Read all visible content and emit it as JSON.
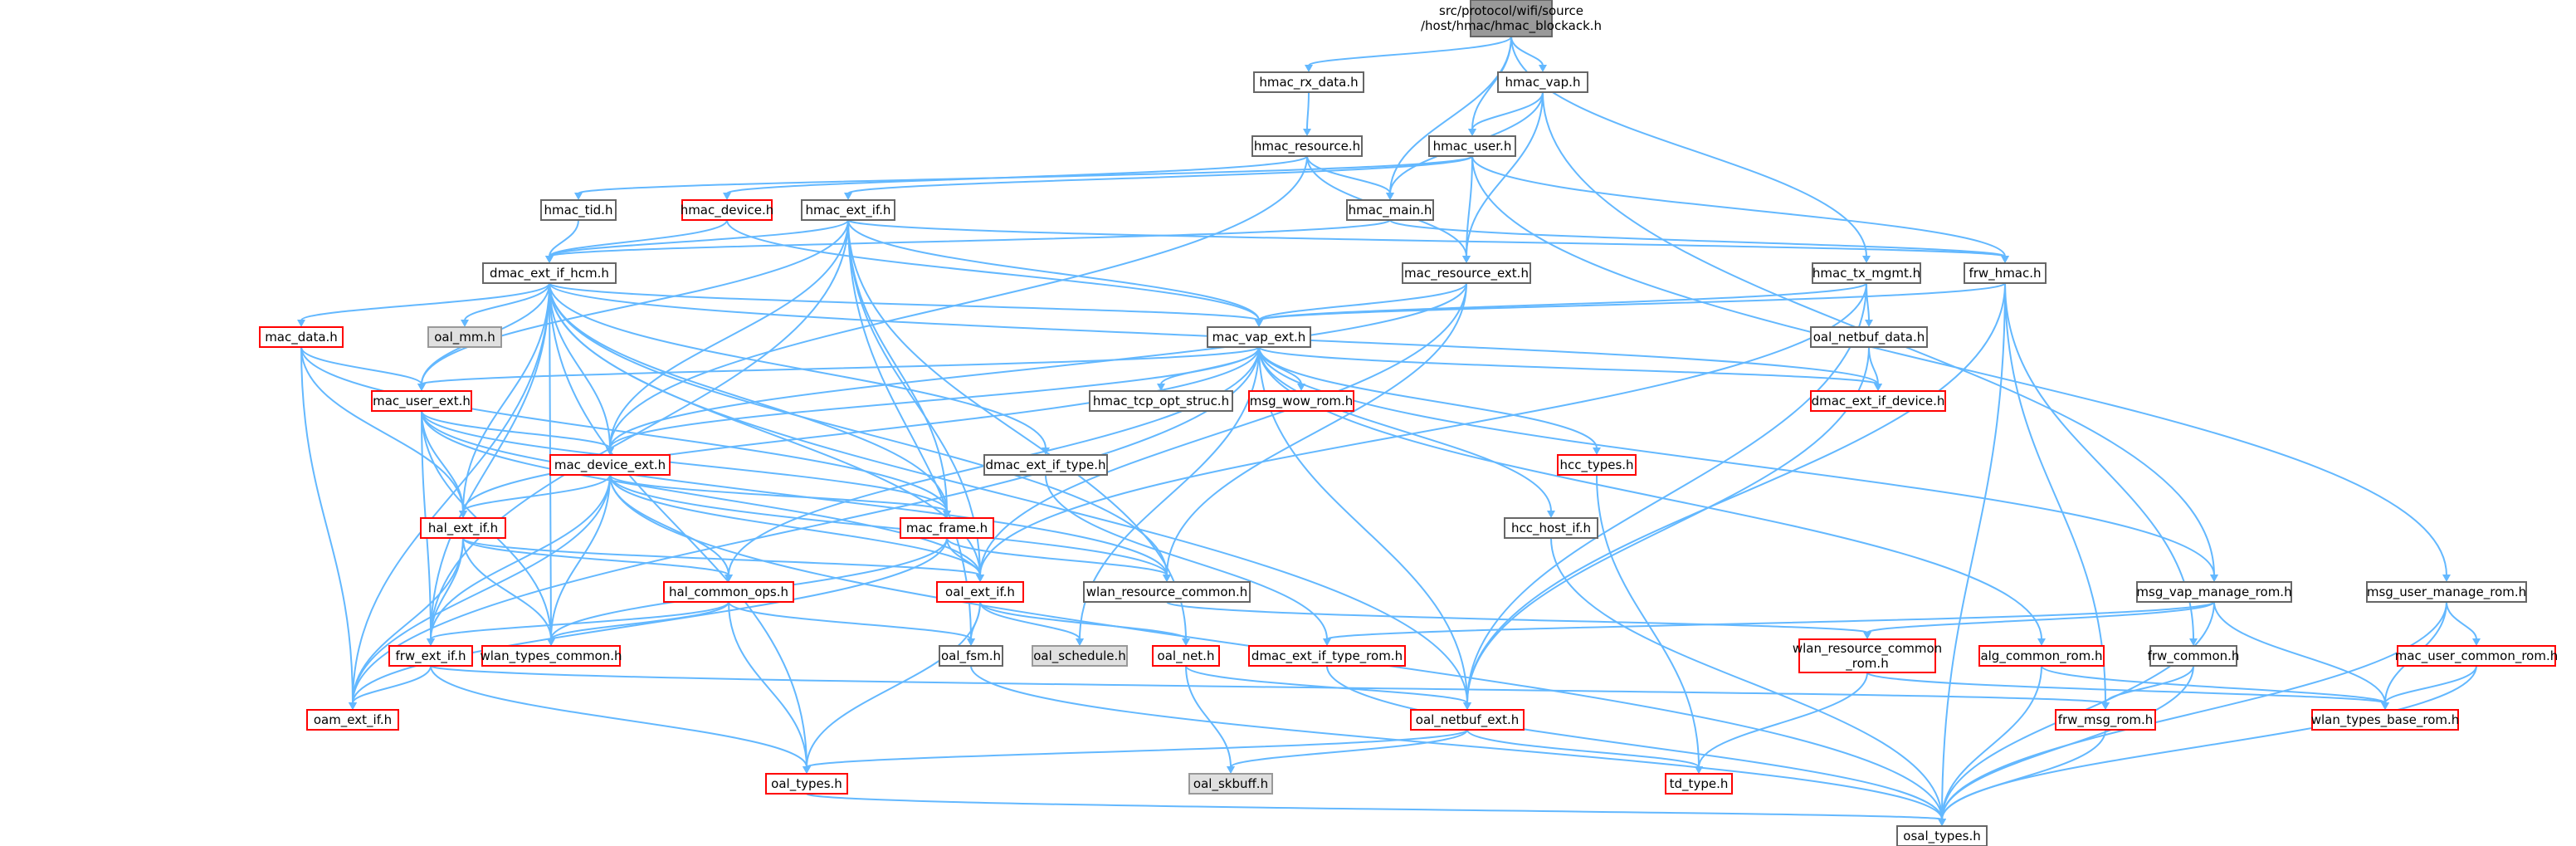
{
  "diagram": {
    "type": "include-dependency-graph",
    "colors": {
      "edge": "#63b8ff",
      "node_border_default": "#666666",
      "node_fill_default": "#ffffff",
      "node_border_incomplete": "#ff0000",
      "node_fill_root": "#999999",
      "node_border_root": "#666666",
      "node_fill_undocumented": "#e0e0e0",
      "node_border_undocumented": "#999999"
    },
    "nodes": [
      {
        "id": "root",
        "lines": [
          "src/protocol/wifi/source",
          "/host/hmac/hmac_blockack.h"
        ],
        "style": "root"
      },
      {
        "id": "hmac_rx_data",
        "lines": [
          "hmac_rx_data.h"
        ],
        "style": "normal"
      },
      {
        "id": "hmac_vap",
        "lines": [
          "hmac_vap.h"
        ],
        "style": "normal"
      },
      {
        "id": "hmac_resource",
        "lines": [
          "hmac_resource.h"
        ],
        "style": "normal"
      },
      {
        "id": "hmac_user",
        "lines": [
          "hmac_user.h"
        ],
        "style": "normal"
      },
      {
        "id": "hmac_tid",
        "lines": [
          "hmac_tid.h"
        ],
        "style": "normal"
      },
      {
        "id": "hmac_device",
        "lines": [
          "hmac_device.h"
        ],
        "style": "red"
      },
      {
        "id": "hmac_ext_if",
        "lines": [
          "hmac_ext_if.h"
        ],
        "style": "normal"
      },
      {
        "id": "hmac_main",
        "lines": [
          "hmac_main.h"
        ],
        "style": "normal"
      },
      {
        "id": "dmac_ext_if_hcm",
        "lines": [
          "dmac_ext_if_hcm.h"
        ],
        "style": "normal"
      },
      {
        "id": "mac_resource_ext",
        "lines": [
          "mac_resource_ext.h"
        ],
        "style": "normal"
      },
      {
        "id": "hmac_tx_mgmt",
        "lines": [
          "hmac_tx_mgmt.h"
        ],
        "style": "normal"
      },
      {
        "id": "frw_hmac",
        "lines": [
          "frw_hmac.h"
        ],
        "style": "normal"
      },
      {
        "id": "oal_mm",
        "lines": [
          "oal_mm.h"
        ],
        "style": "gray"
      },
      {
        "id": "mac_data",
        "lines": [
          "mac_data.h"
        ],
        "style": "red"
      },
      {
        "id": "mac_vap_ext",
        "lines": [
          "mac_vap_ext.h"
        ],
        "style": "normal"
      },
      {
        "id": "oal_netbuf_data",
        "lines": [
          "oal_netbuf_data.h"
        ],
        "style": "normal"
      },
      {
        "id": "mac_user_ext",
        "lines": [
          "mac_user_ext.h"
        ],
        "style": "red"
      },
      {
        "id": "hmac_tcp_opt_struc",
        "lines": [
          "hmac_tcp_opt_struc.h"
        ],
        "style": "normal"
      },
      {
        "id": "msg_wow_rom",
        "lines": [
          "msg_wow_rom.h"
        ],
        "style": "red"
      },
      {
        "id": "dmac_ext_if_device",
        "lines": [
          "dmac_ext_if_device.h"
        ],
        "style": "red"
      },
      {
        "id": "mac_device_ext",
        "lines": [
          "mac_device_ext.h"
        ],
        "style": "red"
      },
      {
        "id": "dmac_ext_if_type",
        "lines": [
          "dmac_ext_if_type.h"
        ],
        "style": "normal"
      },
      {
        "id": "hcc_types",
        "lines": [
          "hcc_types.h"
        ],
        "style": "red"
      },
      {
        "id": "hal_ext_if",
        "lines": [
          "hal_ext_if.h"
        ],
        "style": "red"
      },
      {
        "id": "mac_frame",
        "lines": [
          "mac_frame.h"
        ],
        "style": "red"
      },
      {
        "id": "hcc_host_if",
        "lines": [
          "hcc_host_if.h"
        ],
        "style": "normal"
      },
      {
        "id": "hal_common_ops",
        "lines": [
          "hal_common_ops.h"
        ],
        "style": "red"
      },
      {
        "id": "oal_ext_if",
        "lines": [
          "oal_ext_if.h"
        ],
        "style": "red"
      },
      {
        "id": "wlan_resource_common",
        "lines": [
          "wlan_resource_common.h"
        ],
        "style": "normal"
      },
      {
        "id": "msg_vap_manage_rom",
        "lines": [
          "msg_vap_manage_rom.h"
        ],
        "style": "normal"
      },
      {
        "id": "msg_user_manage_rom",
        "lines": [
          "msg_user_manage_rom.h"
        ],
        "style": "normal"
      },
      {
        "id": "frw_ext_if",
        "lines": [
          "frw_ext_if.h"
        ],
        "style": "red"
      },
      {
        "id": "wlan_types_common",
        "lines": [
          "wlan_types_common.h"
        ],
        "style": "red"
      },
      {
        "id": "oal_fsm",
        "lines": [
          "oal_fsm.h"
        ],
        "style": "normal"
      },
      {
        "id": "oal_schedule",
        "lines": [
          "oal_schedule.h"
        ],
        "style": "gray"
      },
      {
        "id": "oal_net",
        "lines": [
          "oal_net.h"
        ],
        "style": "red"
      },
      {
        "id": "dmac_ext_if_type_rom",
        "lines": [
          "dmac_ext_if_type_rom.h"
        ],
        "style": "red"
      },
      {
        "id": "wlan_resource_common_rom",
        "lines": [
          "wlan_resource_common",
          "_rom.h"
        ],
        "style": "red"
      },
      {
        "id": "alg_common_rom",
        "lines": [
          "alg_common_rom.h"
        ],
        "style": "red"
      },
      {
        "id": "frw_common",
        "lines": [
          "frw_common.h"
        ],
        "style": "normal"
      },
      {
        "id": "mac_user_common_rom",
        "lines": [
          "mac_user_common_rom.h"
        ],
        "style": "red"
      },
      {
        "id": "oam_ext_if",
        "lines": [
          "oam_ext_if.h"
        ],
        "style": "red"
      },
      {
        "id": "oal_netbuf_ext",
        "lines": [
          "oal_netbuf_ext.h"
        ],
        "style": "red"
      },
      {
        "id": "frw_msg_rom",
        "lines": [
          "frw_msg_rom.h"
        ],
        "style": "red"
      },
      {
        "id": "wlan_types_base_rom",
        "lines": [
          "wlan_types_base_rom.h"
        ],
        "style": "red"
      },
      {
        "id": "oal_skbuff",
        "lines": [
          "oal_skbuff.h"
        ],
        "style": "gray"
      },
      {
        "id": "oal_types",
        "lines": [
          "oal_types.h"
        ],
        "style": "red"
      },
      {
        "id": "td_type",
        "lines": [
          "td_type.h"
        ],
        "style": "red"
      },
      {
        "id": "osal_types",
        "lines": [
          "osal_types.h"
        ],
        "style": "normal"
      }
    ],
    "edges": [
      [
        "root",
        "hmac_rx_data"
      ],
      [
        "root",
        "hmac_vap"
      ],
      [
        "root",
        "hmac_user"
      ],
      [
        "root",
        "hmac_main"
      ],
      [
        "root",
        "hmac_tx_mgmt"
      ],
      [
        "hmac_rx_data",
        "hmac_resource"
      ],
      [
        "hmac_vap",
        "hmac_user"
      ],
      [
        "hmac_vap",
        "hmac_main"
      ],
      [
        "hmac_vap",
        "mac_resource_ext"
      ],
      [
        "hmac_vap",
        "msg_vap_manage_rom"
      ],
      [
        "hmac_resource",
        "hmac_device"
      ],
      [
        "hmac_resource",
        "hmac_main"
      ],
      [
        "hmac_resource",
        "mac_resource_ext"
      ],
      [
        "hmac_resource",
        "mac_device_ext"
      ],
      [
        "hmac_user",
        "hmac_tid"
      ],
      [
        "hmac_user",
        "hmac_ext_if"
      ],
      [
        "hmac_user",
        "mac_resource_ext"
      ],
      [
        "hmac_user",
        "frw_hmac"
      ],
      [
        "hmac_user",
        "msg_user_manage_rom"
      ],
      [
        "hmac_tid",
        "dmac_ext_if_hcm"
      ],
      [
        "hmac_device",
        "dmac_ext_if_hcm"
      ],
      [
        "hmac_device",
        "mac_vap_ext"
      ],
      [
        "hmac_ext_if",
        "dmac_ext_if_hcm"
      ],
      [
        "hmac_ext_if",
        "frw_hmac"
      ],
      [
        "hmac_ext_if",
        "mac_vap_ext"
      ],
      [
        "hmac_ext_if",
        "mac_user_ext"
      ],
      [
        "hmac_ext_if",
        "mac_device_ext"
      ],
      [
        "hmac_ext_if",
        "mac_frame"
      ],
      [
        "hmac_ext_if",
        "oal_ext_if"
      ],
      [
        "hmac_ext_if",
        "frw_ext_if"
      ],
      [
        "hmac_ext_if",
        "oal_fsm"
      ],
      [
        "hmac_ext_if",
        "oal_net"
      ],
      [
        "hmac_main",
        "dmac_ext_if_hcm"
      ],
      [
        "hmac_main",
        "frw_hmac"
      ],
      [
        "dmac_ext_if_hcm",
        "oal_mm"
      ],
      [
        "dmac_ext_if_hcm",
        "mac_data"
      ],
      [
        "dmac_ext_if_hcm",
        "mac_vap_ext"
      ],
      [
        "dmac_ext_if_hcm",
        "mac_user_ext"
      ],
      [
        "dmac_ext_if_hcm",
        "mac_device_ext"
      ],
      [
        "dmac_ext_if_hcm",
        "dmac_ext_if_type"
      ],
      [
        "dmac_ext_if_hcm",
        "dmac_ext_if_device"
      ],
      [
        "dmac_ext_if_hcm",
        "hal_ext_if"
      ],
      [
        "dmac_ext_if_hcm",
        "mac_frame"
      ],
      [
        "dmac_ext_if_hcm",
        "oal_ext_if"
      ],
      [
        "dmac_ext_if_hcm",
        "wlan_resource_common"
      ],
      [
        "dmac_ext_if_hcm",
        "frw_ext_if"
      ],
      [
        "dmac_ext_if_hcm",
        "wlan_types_common"
      ],
      [
        "dmac_ext_if_hcm",
        "oam_ext_if"
      ],
      [
        "dmac_ext_if_hcm",
        "oal_netbuf_ext"
      ],
      [
        "dmac_ext_if_hcm",
        "oal_types"
      ],
      [
        "mac_resource_ext",
        "mac_vap_ext"
      ],
      [
        "mac_resource_ext",
        "mac_device_ext"
      ],
      [
        "mac_resource_ext",
        "wlan_resource_common"
      ],
      [
        "mac_resource_ext",
        "oal_ext_if"
      ],
      [
        "hmac_tx_mgmt",
        "mac_vap_ext"
      ],
      [
        "hmac_tx_mgmt",
        "oal_netbuf_data"
      ],
      [
        "hmac_tx_mgmt",
        "oal_netbuf_ext"
      ],
      [
        "hmac_tx_mgmt",
        "oal_ext_if"
      ],
      [
        "frw_hmac",
        "mac_vap_ext"
      ],
      [
        "frw_hmac",
        "frw_common"
      ],
      [
        "frw_hmac",
        "frw_msg_rom"
      ],
      [
        "frw_hmac",
        "oal_netbuf_ext"
      ],
      [
        "frw_hmac",
        "osal_types"
      ],
      [
        "mac_data",
        "mac_user_ext"
      ],
      [
        "mac_data",
        "hal_ext_if"
      ],
      [
        "mac_data",
        "mac_frame"
      ],
      [
        "mac_data",
        "oam_ext_if"
      ],
      [
        "mac_vap_ext",
        "mac_user_ext"
      ],
      [
        "mac_vap_ext",
        "hmac_tcp_opt_struc"
      ],
      [
        "mac_vap_ext",
        "msg_wow_rom"
      ],
      [
        "mac_vap_ext",
        "dmac_ext_if_device"
      ],
      [
        "mac_vap_ext",
        "mac_device_ext"
      ],
      [
        "mac_vap_ext",
        "hcc_types"
      ],
      [
        "mac_vap_ext",
        "hal_ext_if"
      ],
      [
        "mac_vap_ext",
        "hcc_host_if"
      ],
      [
        "mac_vap_ext",
        "hal_common_ops"
      ],
      [
        "mac_vap_ext",
        "msg_vap_manage_rom"
      ],
      [
        "mac_vap_ext",
        "alg_common_rom"
      ],
      [
        "mac_vap_ext",
        "oal_netbuf_ext"
      ],
      [
        "mac_vap_ext",
        "oam_ext_if"
      ],
      [
        "mac_vap_ext",
        "oal_schedule"
      ],
      [
        "oal_netbuf_data",
        "dmac_ext_if_device"
      ],
      [
        "oal_netbuf_data",
        "oal_netbuf_ext"
      ],
      [
        "mac_user_ext",
        "mac_device_ext"
      ],
      [
        "mac_user_ext",
        "hal_ext_if"
      ],
      [
        "mac_user_ext",
        "mac_frame"
      ],
      [
        "mac_user_ext",
        "oal_ext_if"
      ],
      [
        "mac_user_ext",
        "wlan_resource_common"
      ],
      [
        "mac_user_ext",
        "frw_ext_if"
      ],
      [
        "mac_user_ext",
        "wlan_types_common"
      ],
      [
        "mac_device_ext",
        "hal_ext_if"
      ],
      [
        "mac_device_ext",
        "mac_frame"
      ],
      [
        "mac_device_ext",
        "oal_ext_if"
      ],
      [
        "mac_device_ext",
        "hal_common_ops"
      ],
      [
        "mac_device_ext",
        "wlan_resource_common"
      ],
      [
        "mac_device_ext",
        "frw_ext_if"
      ],
      [
        "mac_device_ext",
        "wlan_types_common"
      ],
      [
        "mac_device_ext",
        "oam_ext_if"
      ],
      [
        "mac_device_ext",
        "osal_types"
      ],
      [
        "dmac_ext_if_type",
        "dmac_ext_if_type_rom"
      ],
      [
        "hcc_types",
        "td_type"
      ],
      [
        "hal_ext_if",
        "oal_ext_if"
      ],
      [
        "hal_ext_if",
        "hal_common_ops"
      ],
      [
        "hal_ext_if",
        "frw_ext_if"
      ],
      [
        "hal_ext_if",
        "wlan_types_common"
      ],
      [
        "hal_ext_if",
        "oam_ext_if"
      ],
      [
        "mac_frame",
        "oal_ext_if"
      ],
      [
        "mac_frame",
        "wlan_resource_common"
      ],
      [
        "mac_frame",
        "wlan_types_common"
      ],
      [
        "mac_frame",
        "oam_ext_if"
      ],
      [
        "hcc_host_if",
        "osal_types"
      ],
      [
        "hal_common_ops",
        "frw_ext_if"
      ],
      [
        "hal_common_ops",
        "wlan_types_common"
      ],
      [
        "hal_common_ops",
        "oal_fsm"
      ],
      [
        "hal_common_ops",
        "oal_types"
      ],
      [
        "oal_ext_if",
        "oal_fsm"
      ],
      [
        "oal_ext_if",
        "oal_schedule"
      ],
      [
        "oal_ext_if",
        "oal_net"
      ],
      [
        "oal_ext_if",
        "oal_types"
      ],
      [
        "wlan_resource_common",
        "wlan_resource_common_rom"
      ],
      [
        "msg_vap_manage_rom",
        "dmac_ext_if_type_rom"
      ],
      [
        "msg_vap_manage_rom",
        "wlan_resource_common_rom"
      ],
      [
        "msg_vap_manage_rom",
        "wlan_types_base_rom"
      ],
      [
        "msg_vap_manage_rom",
        "osal_types"
      ],
      [
        "msg_user_manage_rom",
        "mac_user_common_rom"
      ],
      [
        "msg_user_manage_rom",
        "wlan_types_base_rom"
      ],
      [
        "msg_user_manage_rom",
        "osal_types"
      ],
      [
        "frw_ext_if",
        "oam_ext_if"
      ],
      [
        "frw_ext_if",
        "oal_types"
      ],
      [
        "frw_ext_if",
        "frw_msg_rom"
      ],
      [
        "oal_fsm",
        "osal_types"
      ],
      [
        "oal_net",
        "oal_netbuf_ext"
      ],
      [
        "oal_net",
        "oal_skbuff"
      ],
      [
        "dmac_ext_if_type_rom",
        "osal_types"
      ],
      [
        "wlan_resource_common_rom",
        "td_type"
      ],
      [
        "wlan_resource_common_rom",
        "wlan_types_base_rom"
      ],
      [
        "alg_common_rom",
        "wlan_types_base_rom"
      ],
      [
        "alg_common_rom",
        "osal_types"
      ],
      [
        "frw_common",
        "frw_msg_rom"
      ],
      [
        "frw_common",
        "osal_types"
      ],
      [
        "mac_user_common_rom",
        "wlan_types_base_rom"
      ],
      [
        "mac_user_common_rom",
        "osal_types"
      ],
      [
        "oal_netbuf_ext",
        "oal_types"
      ],
      [
        "oal_netbuf_ext",
        "oal_skbuff"
      ],
      [
        "oal_netbuf_ext",
        "td_type"
      ],
      [
        "frw_msg_rom",
        "osal_types"
      ],
      [
        "oal_types",
        "osal_types"
      ]
    ]
  }
}
